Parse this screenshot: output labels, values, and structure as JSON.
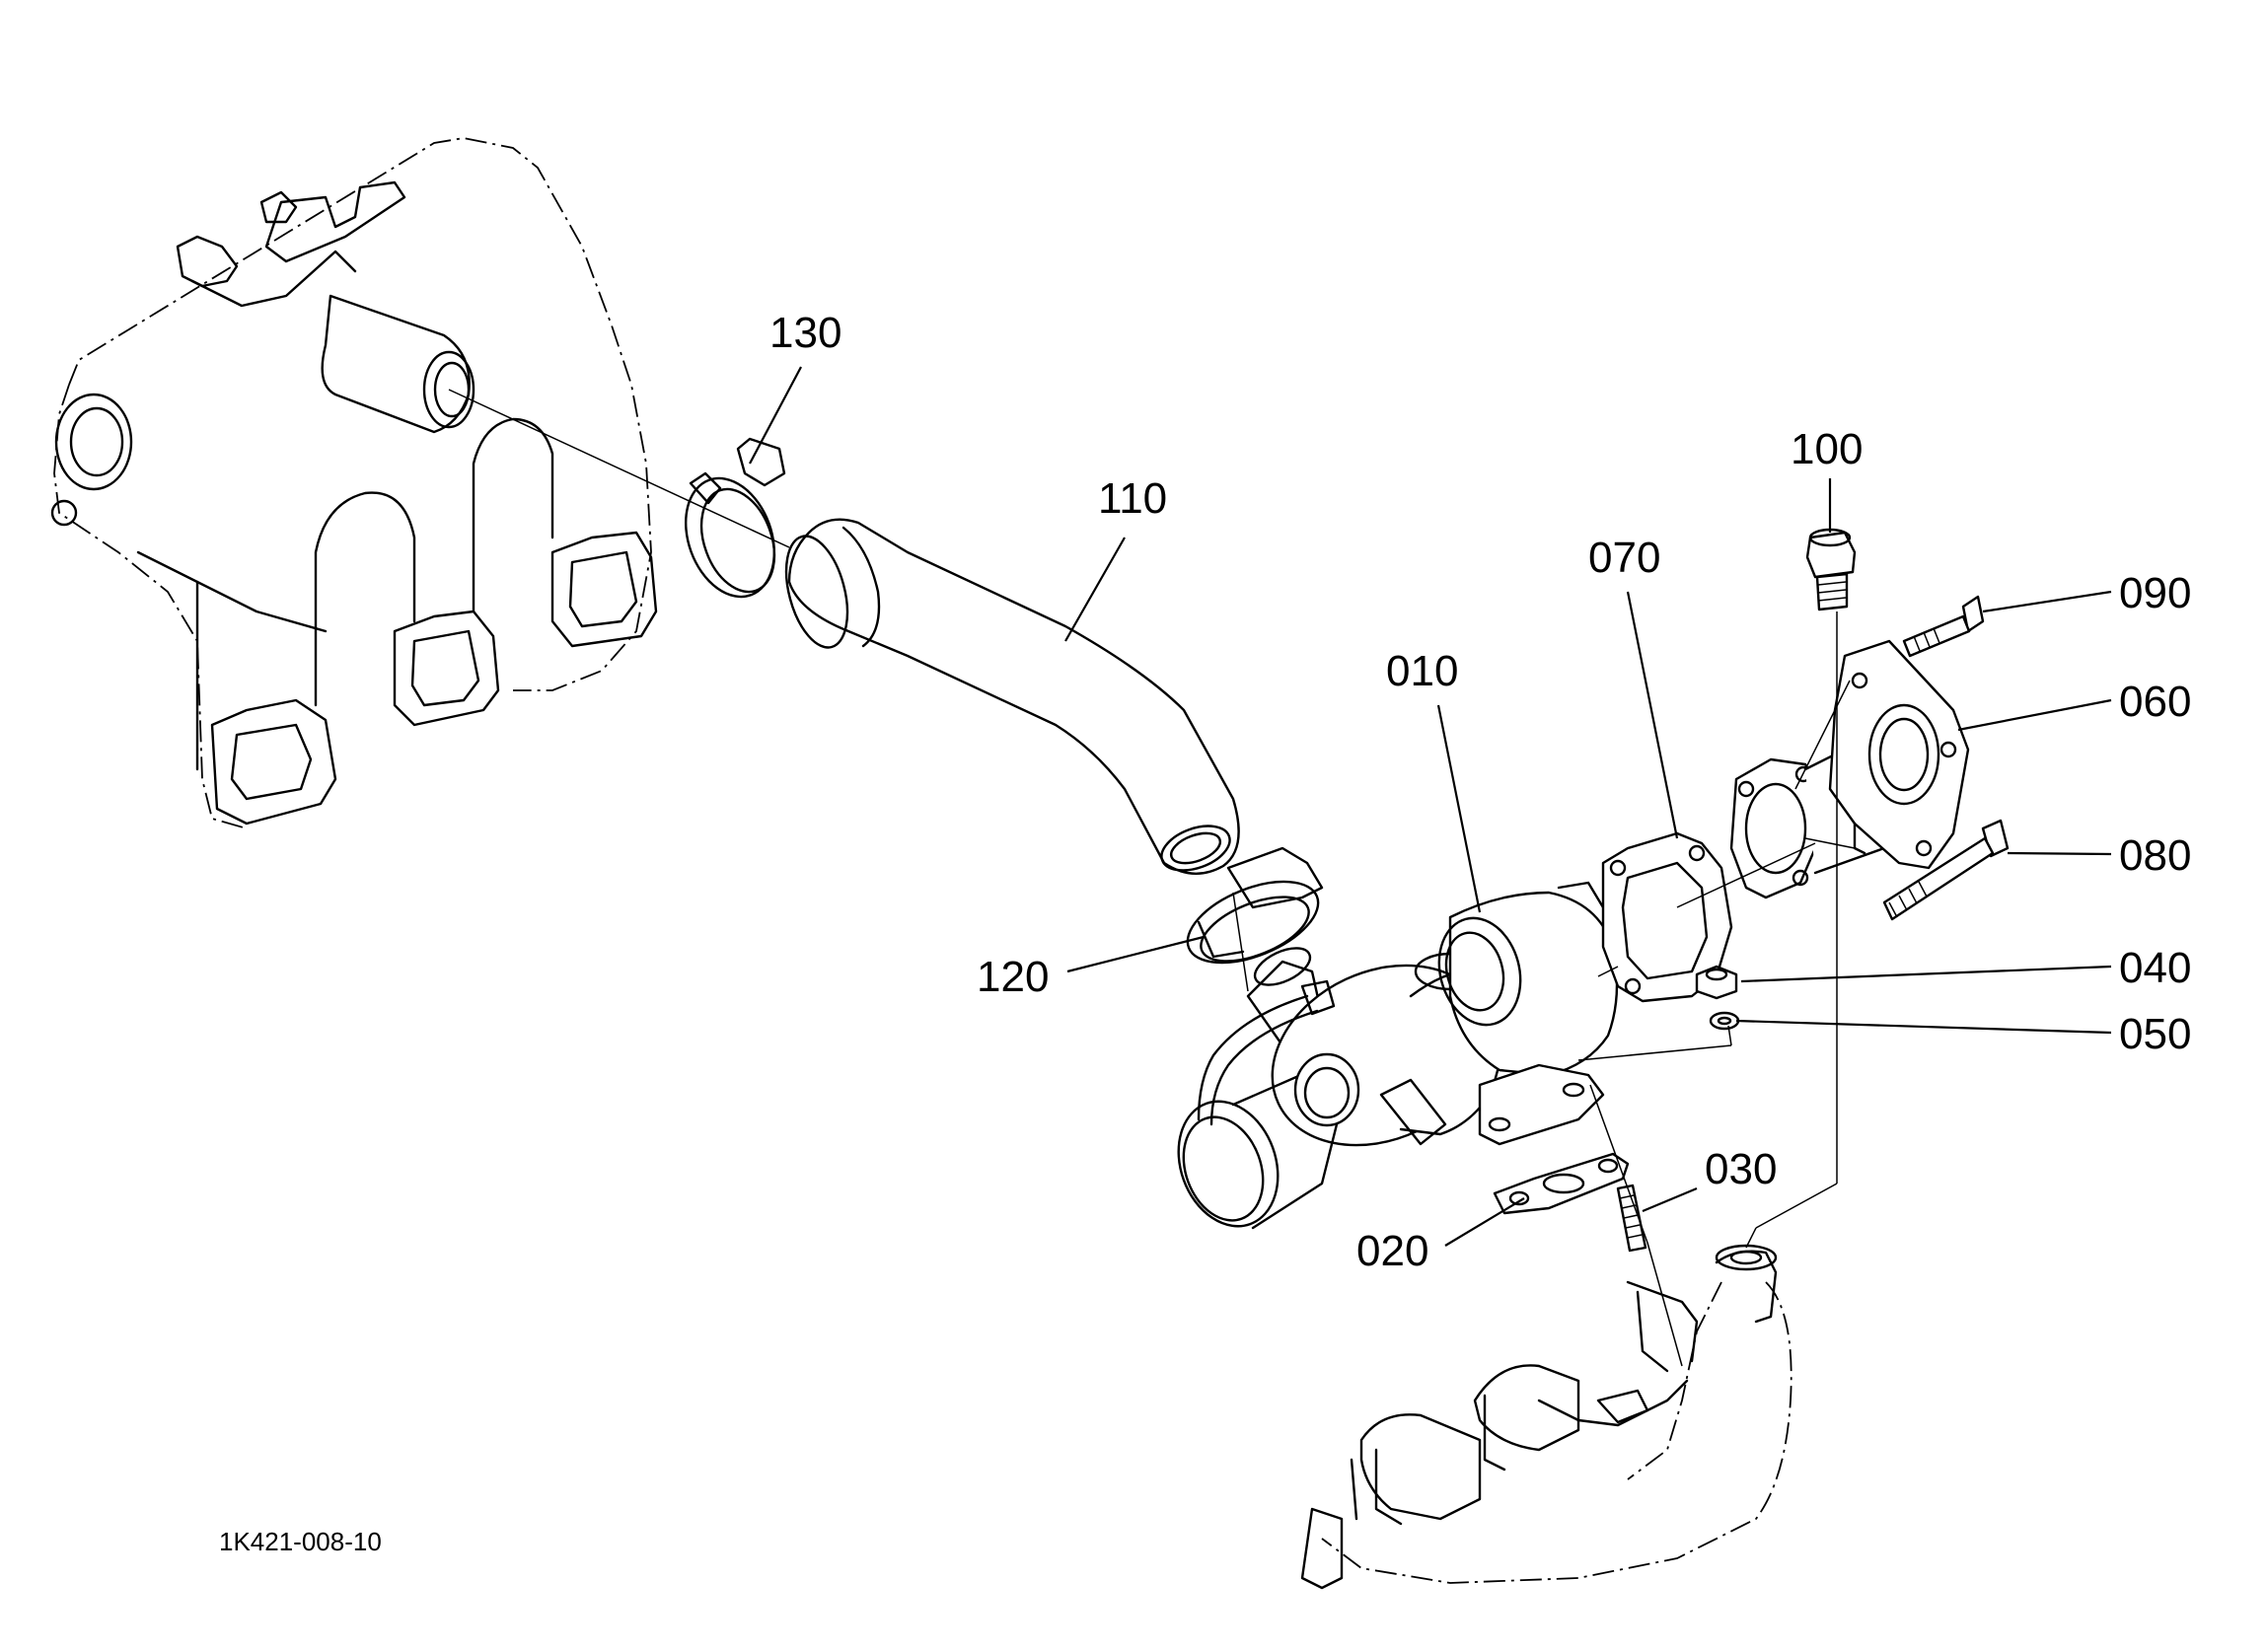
{
  "diagram": {
    "drawing_number": "1K421-008-10",
    "callouts": [
      {
        "id": "010",
        "label": "010",
        "part": "turbocharger"
      },
      {
        "id": "020",
        "label": "020",
        "part": "gasket"
      },
      {
        "id": "030",
        "label": "030",
        "part": "stud"
      },
      {
        "id": "040",
        "label": "040",
        "part": "nut"
      },
      {
        "id": "050",
        "label": "050",
        "part": "washer"
      },
      {
        "id": "060",
        "label": "060",
        "part": "elbow-flange"
      },
      {
        "id": "070",
        "label": "070",
        "part": "gasket"
      },
      {
        "id": "080",
        "label": "080",
        "part": "bolt"
      },
      {
        "id": "090",
        "label": "090",
        "part": "bolt"
      },
      {
        "id": "100",
        "label": "100",
        "part": "plug"
      },
      {
        "id": "110",
        "label": "110",
        "part": "hose"
      },
      {
        "id": "120",
        "label": "120",
        "part": "hose-clamp"
      },
      {
        "id": "130",
        "label": "130",
        "part": "hose-clamp"
      }
    ]
  }
}
